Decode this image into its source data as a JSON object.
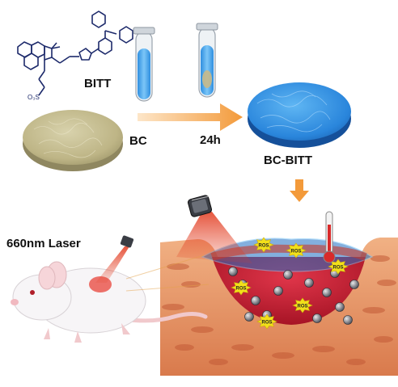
{
  "labels": {
    "dye": "BITT",
    "dye_substituent": "O₃S",
    "substrate": "BC",
    "time": "24h",
    "product": "BC-BITT",
    "laser": "660nm Laser",
    "ros": "ROS"
  },
  "colors": {
    "arrow": "#f39a3a",
    "laser": "#e23a1e",
    "bc_disc": "#c9c095",
    "bcbitt_disc": "#2f8fe0",
    "solution": "#4aa6ea",
    "wound": "#c91a2c",
    "skin": "#e9976a",
    "ros_burst": "#f2e01a"
  },
  "icons": [
    "molecule-structure",
    "test-tube-icon",
    "disc-icon",
    "laser-head-icon",
    "thermometer-icon",
    "mouse-icon",
    "ros-burst-icon",
    "bacteria-icon"
  ]
}
